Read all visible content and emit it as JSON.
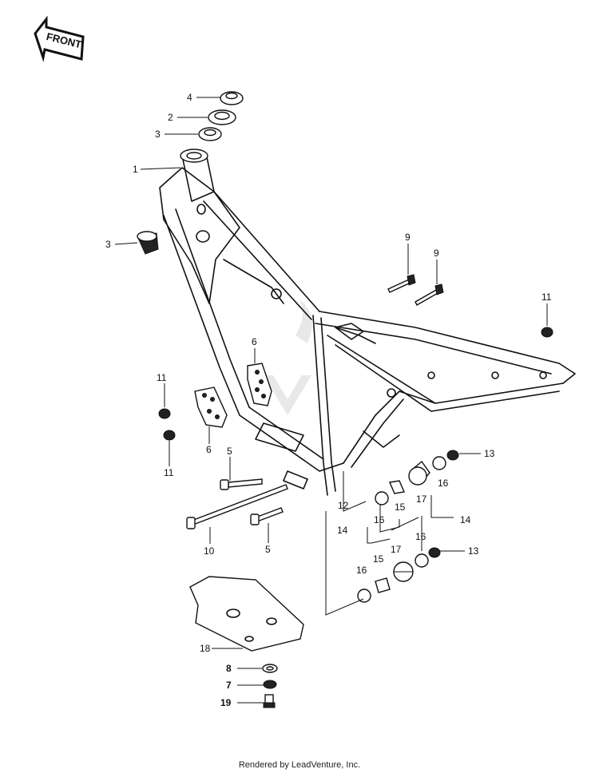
{
  "front_arrow": {
    "label": "FRONT"
  },
  "watermark": {
    "text": "LEADVENTURE"
  },
  "callouts": {
    "c4": "4",
    "c2": "2",
    "c3a": "3",
    "c1": "1",
    "c3b": "3",
    "c9a": "9",
    "c9b": "9",
    "c11a": "11",
    "c6a": "6",
    "c11b": "11",
    "c6b": "6",
    "c11c": "11",
    "c5a": "5",
    "c13a": "13",
    "c16a": "16",
    "c12": "12",
    "c16b": "16",
    "c15a": "15",
    "c17a": "17",
    "c14a": "14",
    "c10": "10",
    "c5b": "5",
    "c14b": "14",
    "c16c": "16",
    "c15b": "15",
    "c17b": "17",
    "c13b": "13",
    "c16d": "16",
    "c18": "18",
    "c8": "8",
    "c7": "7",
    "c19": "19"
  },
  "footer": {
    "text": "Rendered by LeadVenture, Inc."
  }
}
